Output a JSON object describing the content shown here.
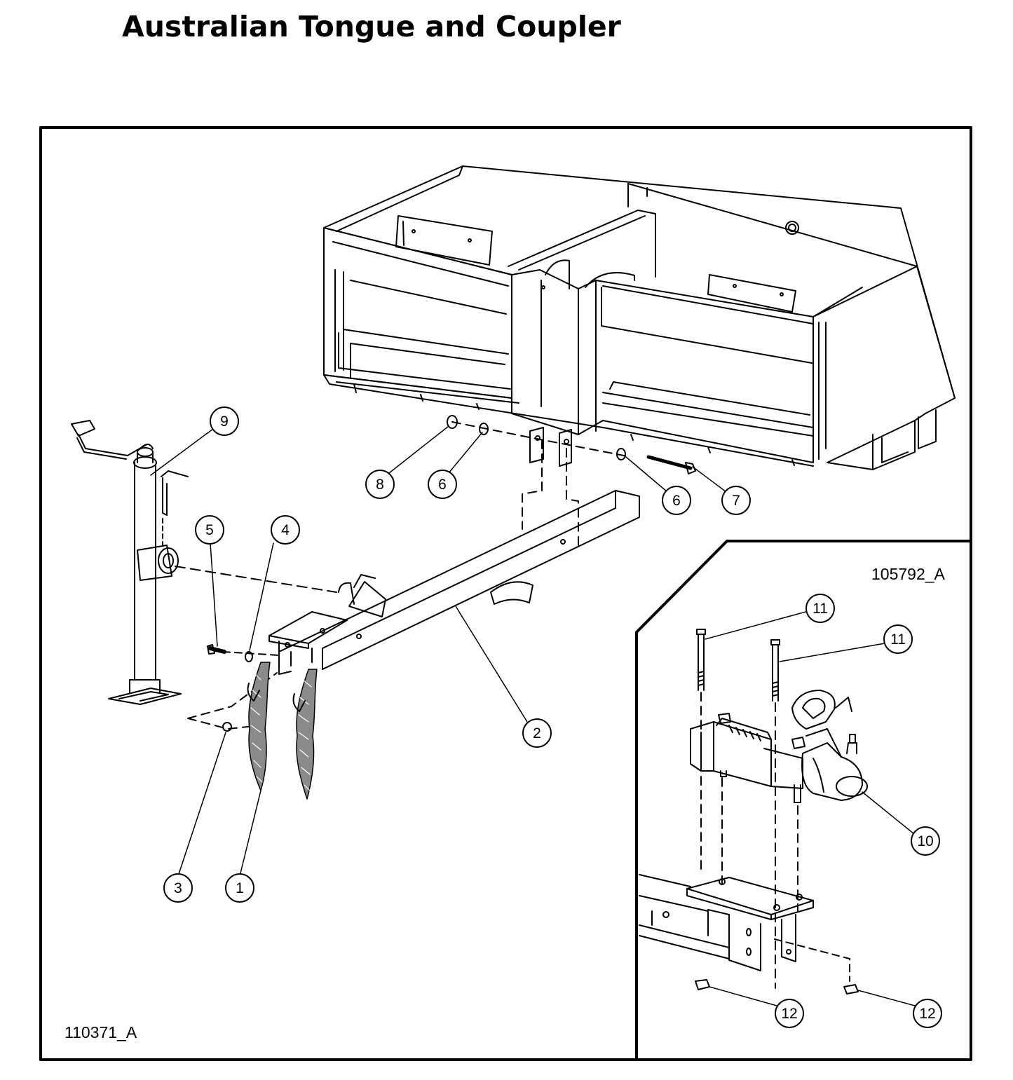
{
  "title": "Australian Tongue and Coupler",
  "main_drawing_code": "110371_A",
  "inset_drawing_code": "105792_A",
  "colors": {
    "line": "#000000",
    "background": "#ffffff",
    "chain_fill": "#8a8a8a"
  },
  "callouts": {
    "c1": "1",
    "c2": "2",
    "c3": "3",
    "c4": "4",
    "c5": "5",
    "c6a": "6",
    "c6b": "6",
    "c7": "7",
    "c8": "8",
    "c9": "9",
    "c10": "10",
    "c11a": "11",
    "c11b": "11",
    "c12a": "12",
    "c12b": "12"
  }
}
